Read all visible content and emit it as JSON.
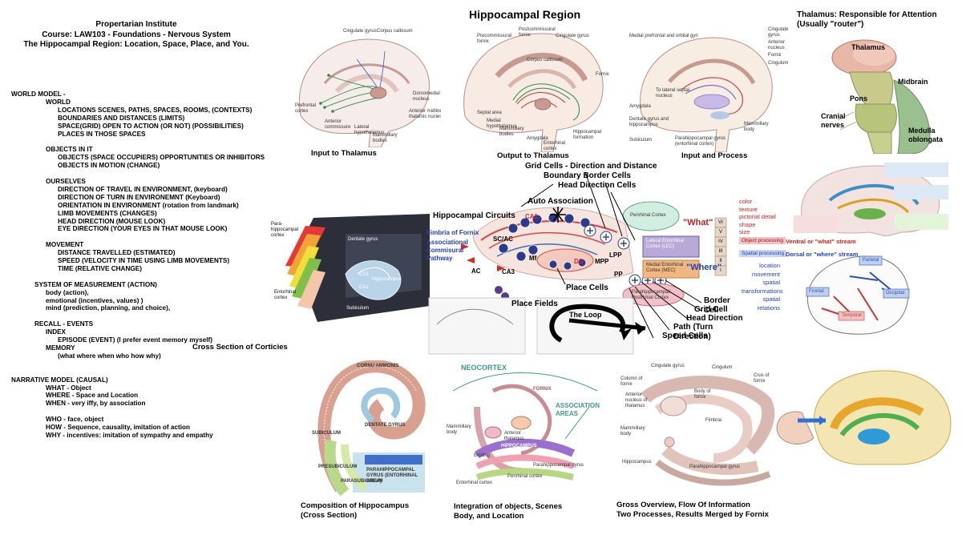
{
  "header": {
    "line1": "Propertarian Institute",
    "line2": "Course: LAW103 - Foundations - Nervous System",
    "line3": "The Hippocampal Region: Location, Space, Place, and You."
  },
  "main_title": "Hippocampal Region",
  "outline": [
    {
      "indent": 0,
      "text": "WORLD MODEL -"
    },
    {
      "indent": 1,
      "text": "WORLD"
    },
    {
      "indent": 2,
      "text": "LOCATIONS SCENES, PATHS, SPACES, ROOMS, (CONTEXTS)"
    },
    {
      "indent": 2,
      "text": "BOUNDARIES AND DISTANCES (LIMITS)"
    },
    {
      "indent": 2,
      "text": "SPACE(GRID) OPEN TO ACTION (OR NOT) (POSSIBILITIES)"
    },
    {
      "indent": 2,
      "text": "PLACES IN THOSE SPACES"
    },
    {
      "indent": -1,
      "text": ""
    },
    {
      "indent": 1,
      "text": "OBJECTS IN IT"
    },
    {
      "indent": 2,
      "text": "OBJECTS (SPACE OCCUPIERS) OPPORTUNITIES OR INHIBITORS"
    },
    {
      "indent": 2,
      "text": "OBJECTS IN MOTION (CHANGE)"
    },
    {
      "indent": -1,
      "text": ""
    },
    {
      "indent": 1,
      "text": "OURSELVES"
    },
    {
      "indent": 2,
      "text": "DIRECTION OF TRAVEL IN ENVIRONMENT, (keyboard)"
    },
    {
      "indent": 2,
      "text": "DIRECTION OF TURN IN ENVIRONEMNT (Keyboard)"
    },
    {
      "indent": 2,
      "text": "ORIENTATION IN ENVIRONMENT (rotation from landmark)"
    },
    {
      "indent": 2,
      "text": "LIMB MOVEMENTS (CHANGES)"
    },
    {
      "indent": 2,
      "text": "HEAD DIRECTION (MOUSE LOOK)"
    },
    {
      "indent": 2,
      "text": "EYE DIRECTION  (YOUR EYES IN THAT MOUSE LOOK)"
    },
    {
      "indent": -1,
      "text": ""
    },
    {
      "indent": 1,
      "text": "MOVEMENT"
    },
    {
      "indent": 2,
      "text": "DISTANCE TRAVELLED (ESTIMATED)"
    },
    {
      "indent": 2,
      "text": "SPEED (VELOCITY IN TIME USING LIMB MOVEMENTS)"
    },
    {
      "indent": 2,
      "text": "TIME (RELATIVE CHANGE)"
    },
    {
      "indent": -1,
      "text": ""
    },
    {
      "indent": 0.6,
      "text": "SYSTEM OF MEASUREMENT (ACTION)"
    },
    {
      "indent": 1,
      "text": "body (action),"
    },
    {
      "indent": 1,
      "text": "emotional (incentives, values) )"
    },
    {
      "indent": 1,
      "text": "mind (prediction, planning, and choice),"
    },
    {
      "indent": -1,
      "text": ""
    },
    {
      "indent": 0.6,
      "text": "RECALL - EVENTS"
    },
    {
      "indent": 1,
      "text": "INDEX"
    },
    {
      "indent": 2,
      "text": "EPISODE (EVENT) (I prefer event memory myself)"
    },
    {
      "indent": 1,
      "text": "MEMORY"
    },
    {
      "indent": 2,
      "text": "(what where when who how why)"
    },
    {
      "indent": -1,
      "text": ""
    },
    {
      "indent": -1,
      "text": ""
    },
    {
      "indent": 0,
      "text": "NARRATIVE MODEL   (CAUSAL)"
    },
    {
      "indent": 1,
      "text": "WHAT - Object"
    },
    {
      "indent": 1,
      "text": "WHERE - Space and Location"
    },
    {
      "indent": 1,
      "text": "WHEN - very iffy, by association"
    },
    {
      "indent": -1,
      "text": ""
    },
    {
      "indent": 1,
      "text": "WHO - face, object"
    },
    {
      "indent": 1,
      "text": "HOW - Sequence, causality, imitation of action"
    },
    {
      "indent": 1,
      "text": "WHY - incentives: imitation of sympathy and empathy"
    }
  ],
  "captions": {
    "input_thalamus": "Input to Thalamus",
    "output_thalamus": "Output to Thalamus",
    "input_process": "Input and Process",
    "cross_section_corticies": "Cross Section of Corticies",
    "thalamus_title_1": "Thalamus: Responsible for Attention",
    "thalamus_title_2": "(Usually \"router\")",
    "composition_1": "Composition of Hippocampus",
    "composition_2": "(Cross Section)",
    "integration_1": "Integration of objects, Scenes",
    "integration_2": "Body, and Location",
    "gross_1": "Gross Overview, Flow Of Information",
    "gross_2": "Two Processes, Results Merged by Fornix"
  },
  "circuit_labels": {
    "grid_cells": "Grid Cells - Direction and Distance",
    "boundary": "Boundary Border Cells",
    "head_dir_top": "Head Direction Cells",
    "auto_assoc": "Auto Association",
    "hc_circuits": "Hippocampal Circuits",
    "fimbria": "Fimbria of Fornix",
    "assoc_1": "Associational",
    "assoc_2": "Commisural",
    "assoc_3": "Pathway",
    "place_cells": "Place Cells",
    "place_fields": "Place Fields",
    "the_loop": "The Loop",
    "border_cell": "Border Cell",
    "grid_cell": "Grid Cell",
    "head_direction": "Head Direction",
    "path": "Path (Turn Direction)",
    "speed": "Speed Cells",
    "what": "\"What\"",
    "where": "\"Where\"",
    "perirhinal": "Perirhinal Cortex",
    "lec": "Lateral Entorhinal Cortex (LEC)",
    "mec": "Medial Entorhinal Cortex (MEC)",
    "parahip": "Parahippocampal/ Postrhinal Cortex",
    "ca1": "CA1",
    "ca3": "CA3",
    "dg": "DG",
    "sc_ac": "SC/AC",
    "mf": "Mf",
    "mpp": "MPP",
    "lpp": "LPP",
    "ac": "AC",
    "pp": "PP",
    "layers": [
      "VI",
      "V",
      "IV",
      "III",
      "II",
      "I"
    ]
  },
  "streams": {
    "what_words": [
      "color",
      "texture",
      "pictorial detail",
      "shape",
      "size"
    ],
    "object_processing": "Object processing",
    "ventral": "Ventral or \"what\" stream",
    "spatial_processing": "Spatial processing",
    "dorsal": "Dorsal or \"where\" stream",
    "where_words": [
      "location",
      "movement",
      "spatial",
      "transformations",
      "spatial relations"
    ]
  },
  "anatomy_labels": {
    "p1": [
      "Cingulate gyrus",
      "Corpus callosum",
      "Dorsomedial nucleus",
      "Anterior midline thalamic nuclei",
      "Prefrontal cortex",
      "Anterior commissure",
      "Lateral hypothalamus",
      "Mammillary bodies"
    ],
    "p2": [
      "Precommissural fornix",
      "Postcommissural fornix",
      "Cingulate gyrus",
      "Corpus callosum",
      "Fornix",
      "Septal area",
      "Medial hypothalamus",
      "Mammillary bodies",
      "Amygdala",
      "Entorhinal cortex",
      "Hippocampal formation"
    ],
    "p3": [
      "Medial prefrontal and orbital gyri",
      "Cingulate gyrus",
      "Anterior nucleus",
      "Fornix",
      "Cingulum",
      "To lateral septal nucleus",
      "Amygdala",
      "Dentate gyrus and hippocampus",
      "Subiculum",
      "Parahippocampal gyrus (entorhinal cortex)",
      "Mammillary body"
    ],
    "thal": [
      "Thalamus",
      "Midbrain",
      "Pons",
      "Cranial nerves",
      "Medulla oblongata"
    ],
    "cross": [
      "Para-hippocampal cortex",
      "Dentate gyrus",
      "CA3",
      "CA1",
      "Hippocampus",
      "Entorhinal cortex",
      "Subiculum"
    ],
    "brain_lobes": [
      "Parietal",
      "Frontal",
      "Occipital",
      "Temporal"
    ],
    "neo": [
      "NEOCORTEX",
      "FORNIX",
      "ASSOCIATION AREAS",
      "Mammillary body",
      "Anterior thalamus",
      "HIPPOCAMPUS",
      "Binding",
      "Entorhinal cortex",
      "Perirhinal cortex",
      "Parahippocampal gyrus"
    ],
    "gross": [
      "Cingulate gyrus",
      "Cingulum",
      "Column of fornix",
      "Anterior nucleus of thalamus",
      "Body of fornix",
      "Crus of fornix",
      "Mammillary body",
      "Fimbria",
      "Hippocampus",
      "Parahippocampal gyrus"
    ],
    "comp": [
      "CORNU AMMONIS",
      "DENTATE GYRUS",
      "SUBICULUM",
      "PRESUBICULUM",
      "PARASUBICULUM",
      "PARAHIPPOCAMPAL GYRUS (ENTORHINAL AREA)"
    ]
  },
  "colors": {
    "ca1_red": "#d7261e",
    "brain_pink": "#e9c8c0",
    "what_red": "#cc2222",
    "where_blue": "#1f3fbf",
    "cell_blue": "#2c3a8c",
    "teal": "#3a9b8f"
  }
}
